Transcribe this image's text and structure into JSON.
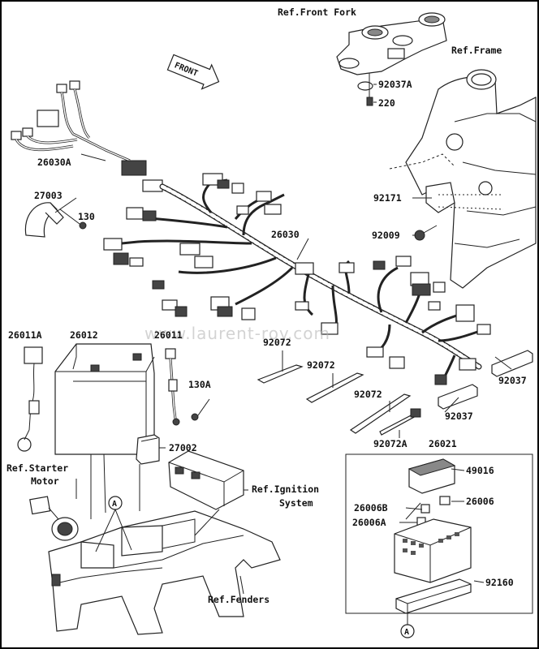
{
  "watermark": "www.laurent-roy.com",
  "front_arrow": "FRONT",
  "callout_letter": "A",
  "labels": {
    "ref_front_fork": "Ref.Front Fork",
    "ref_frame": "Ref.Frame",
    "p92037A": "92037A",
    "p220": "220",
    "p92171": "92171",
    "p92009": "92009",
    "p26030A": "26030A",
    "p27003": "27003",
    "p130": "130",
    "p26030": "26030",
    "p26011A": "26011A",
    "p26012": "26012",
    "p26011": "26011",
    "p130A": "130A",
    "p92072_1": "92072",
    "p92072_2": "92072",
    "p92072_3": "92072",
    "p92072A": "92072A",
    "p92037_1": "92037",
    "p92037_2": "92037",
    "p26021": "26021",
    "p27002": "27002",
    "ref_starter_1": "Ref.Starter",
    "ref_starter_2": "Motor",
    "ref_ignition_1": "Ref.Ignition",
    "ref_ignition_2": "System",
    "ref_fenders": "Ref.Fenders",
    "p49016": "49016",
    "p26006B": "26006B",
    "p26006": "26006",
    "p26006A": "26006A",
    "p92160": "92160"
  }
}
